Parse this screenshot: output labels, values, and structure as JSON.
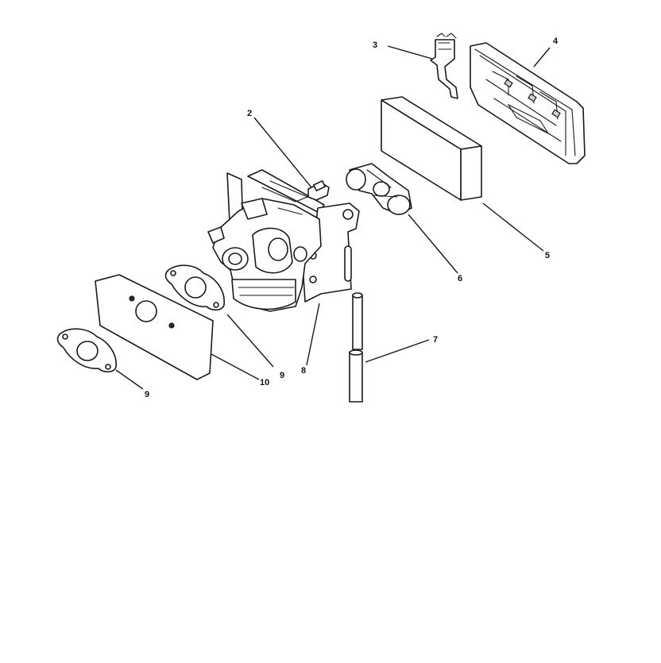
{
  "diagram": {
    "callouts": {
      "c2": "2",
      "c3": "3",
      "c4": "4",
      "c5": "5",
      "c6": "6",
      "c7": "7",
      "c8": "8",
      "c9a": "9",
      "c9b": "9",
      "c10": "10"
    }
  }
}
